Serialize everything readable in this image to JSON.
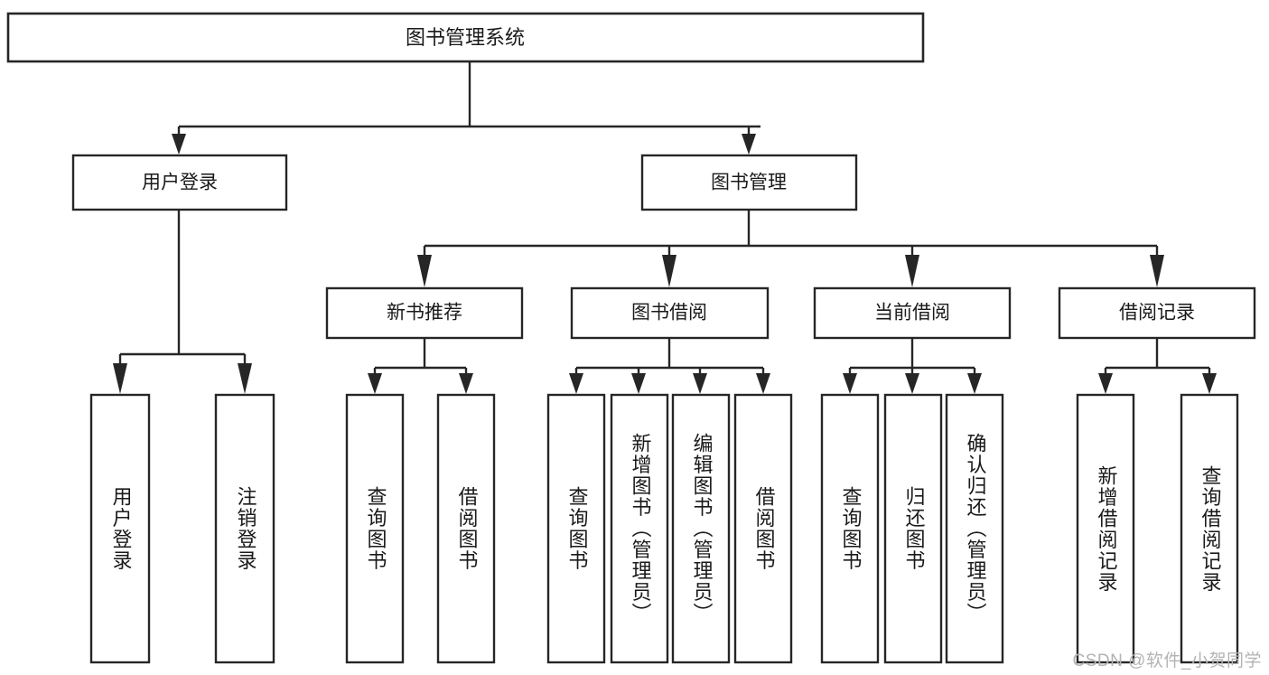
{
  "diagram": {
    "title": "图书管理系统",
    "type": "hierarchy-tree",
    "colors": {
      "stroke": "#262626",
      "fill": "#ffffff",
      "text": "#1a1a1a",
      "watermark": "#b3b3b3"
    },
    "root": {
      "label": "图书管理系统"
    },
    "level2": [
      {
        "label": "用户登录"
      },
      {
        "label": "图书管理"
      }
    ],
    "level3": [
      {
        "label": "新书推荐"
      },
      {
        "label": "图书借阅"
      },
      {
        "label": "当前借阅"
      },
      {
        "label": "借阅记录"
      }
    ],
    "leaves": {
      "user_login": [
        {
          "label": "用户登录"
        },
        {
          "label": "注销登录"
        }
      ],
      "new_book_recommend": [
        {
          "label": "查询图书"
        },
        {
          "label": "借阅图书"
        }
      ],
      "book_borrow": [
        {
          "label": "查询图书"
        },
        {
          "label": "新增图书（管理员）"
        },
        {
          "label": "编辑图书（管理员）"
        },
        {
          "label": "借阅图书"
        }
      ],
      "current_borrow": [
        {
          "label": "查询图书"
        },
        {
          "label": "归还图书"
        },
        {
          "label": "确认归还（管理员）"
        }
      ],
      "borrow_record": [
        {
          "label": "新增借阅记录"
        },
        {
          "label": "查询借阅记录"
        }
      ]
    },
    "watermark": "CSDN @软件_小贺同学"
  }
}
